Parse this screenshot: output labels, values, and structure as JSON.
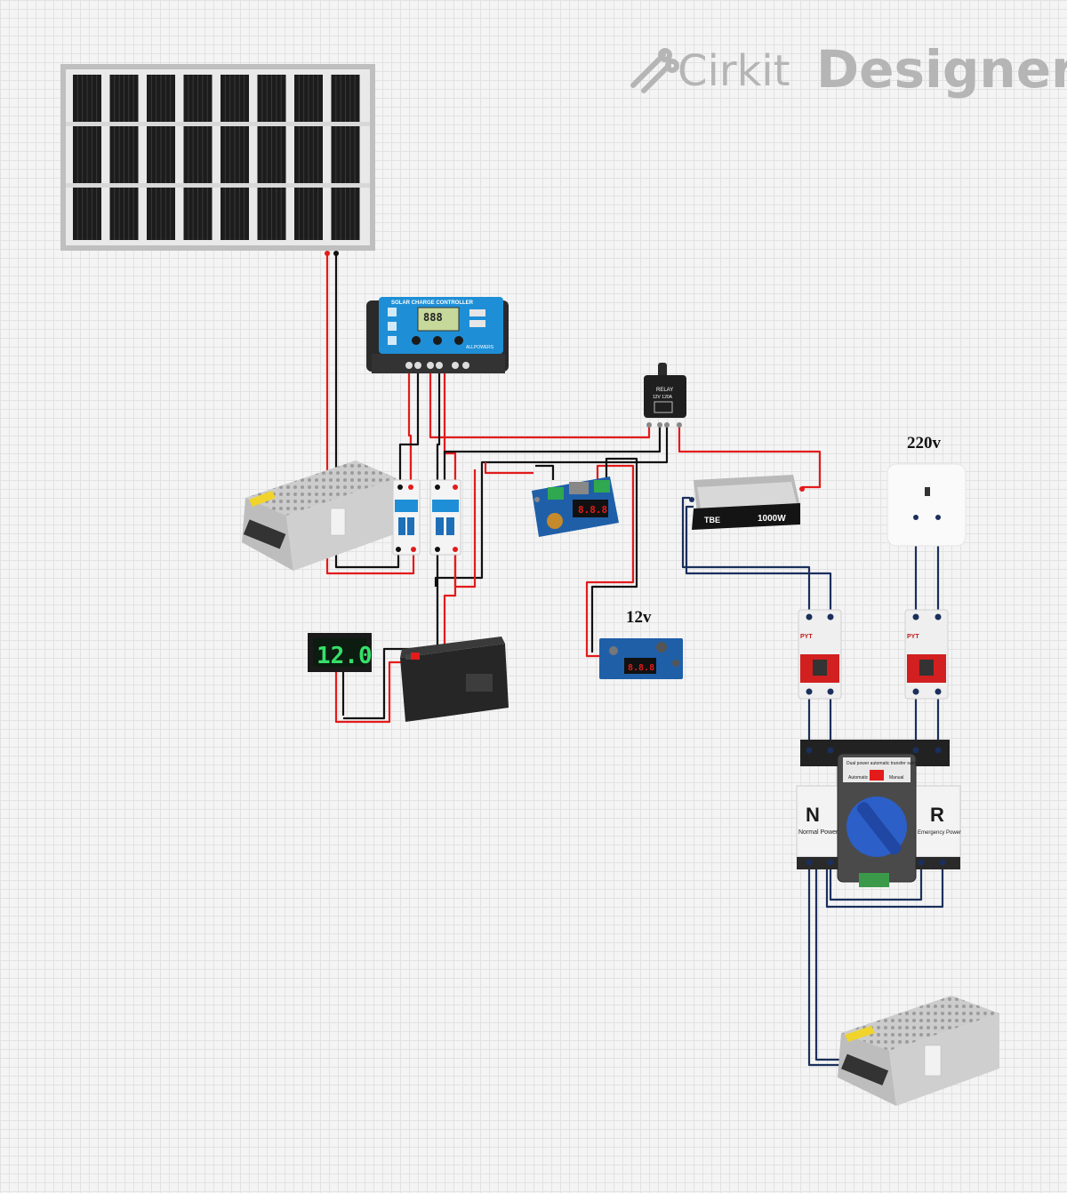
{
  "brand": {
    "name_a": "Cirkit",
    "name_b": "Designer"
  },
  "labels": {
    "ac_voltage": "220v",
    "dc_voltage": "12v"
  },
  "controller": {
    "title": "SOLAR CHARGE CONTROLLER",
    "display": "888",
    "maker": "ALLPOWERS"
  },
  "relay": {
    "line1": "RELAY",
    "line2": "12V 120A"
  },
  "inverter": {
    "maker": "TBE",
    "rating": "1000W"
  },
  "voltmeter": {
    "reading": "12.0"
  },
  "buck_module": {
    "display": "8.8.8"
  },
  "converter_12v": {
    "display": "8.8.8"
  },
  "breaker": {
    "maker": "PYT"
  },
  "transfer_switch": {
    "title": "Dual power automatic transfer switch",
    "left_letter": "N",
    "left_text": "Normal Power",
    "right_letter": "R",
    "right_text": "Emergency Power",
    "auto": "Automatic",
    "manual": "Manual"
  },
  "colors": {
    "wire_red": "#e31b1b",
    "wire_black": "#111111",
    "wire_navy": "#1b2f5c",
    "grid": "#e2e2e2"
  },
  "icons": [
    "cirkit-logo-icon"
  ]
}
